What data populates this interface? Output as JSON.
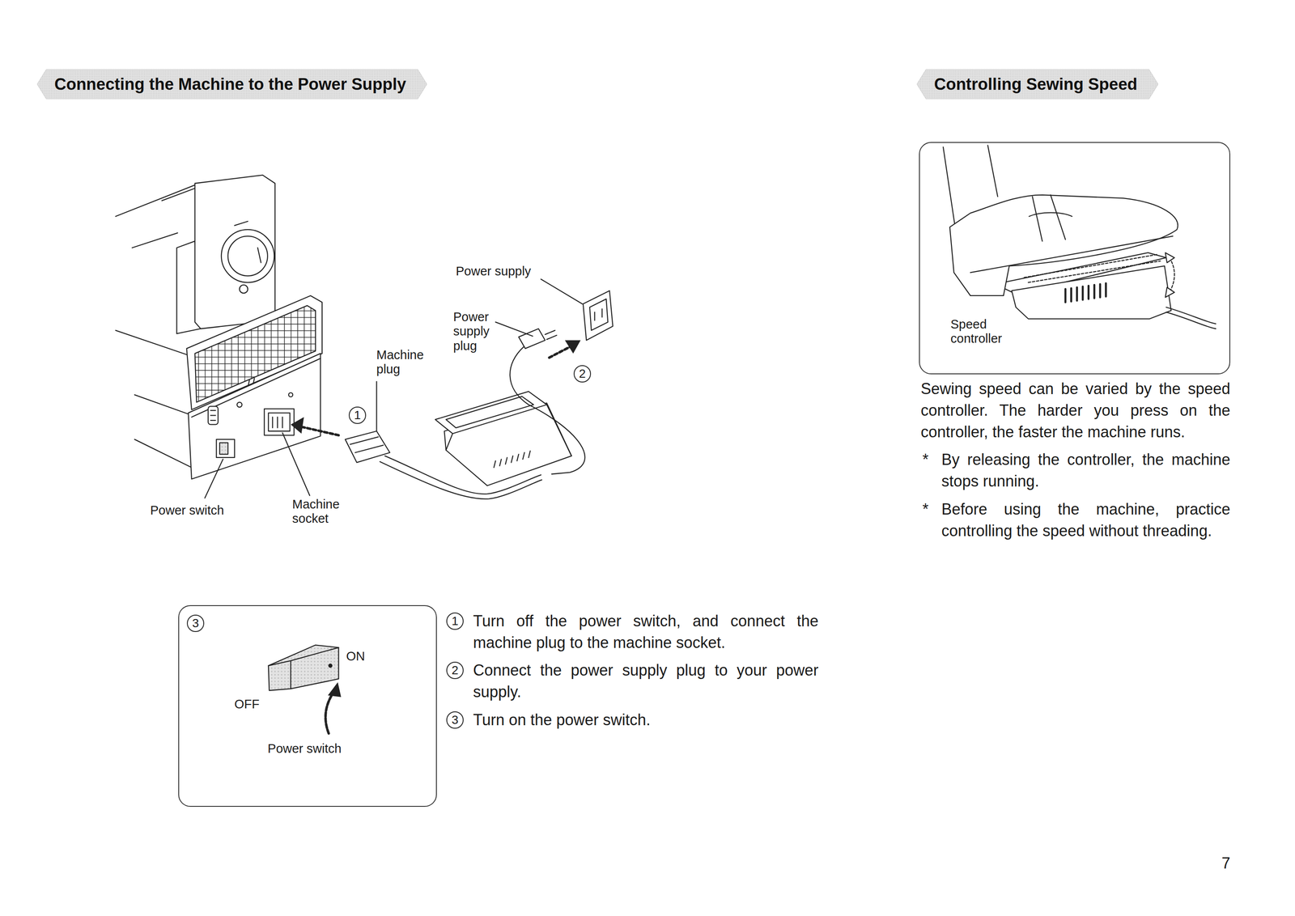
{
  "diagram": {
    "nodes": [
      {
        "text": [
          "Connecting the Machine to the Power Supply"
        ]
      },
      {
        "text": [
          "Controlling Sewing Speed"
        ]
      },
      {
        "text": [
          "Speed controller"
        ]
      },
      {
        "text": [
          "1"
        ]
      },
      {
        "text": [
          "2"
        ]
      },
      {
        "text": [
          "OFF",
          "ON",
          "Power switch"
        ]
      },
      {
        "text": [
          "3"
        ],
        "in": 5
      },
      {
        "text": [
          "1"
        ]
      },
      {
        "text": [
          "2"
        ]
      },
      {
        "text": [
          "3"
        ]
      }
    ],
    "labels": [
      "Power supply",
      "Power supply plug",
      "Machine plug",
      "Power switch",
      "Machine socket",
      "Turn off the power switch, and connect the machine plug to the machine socket.",
      "Connect the power supply plug to your power supply.",
      "Turn on the power switch.",
      "Sewing speed can be varied by the speed controller. The harder you press on the controller, the faster the machine runs.",
      "*",
      "By releasing the controller, the machine stops running.",
      "*",
      "Before using the machine, practice controlling the speed without threading.",
      "7"
    ]
  }
}
